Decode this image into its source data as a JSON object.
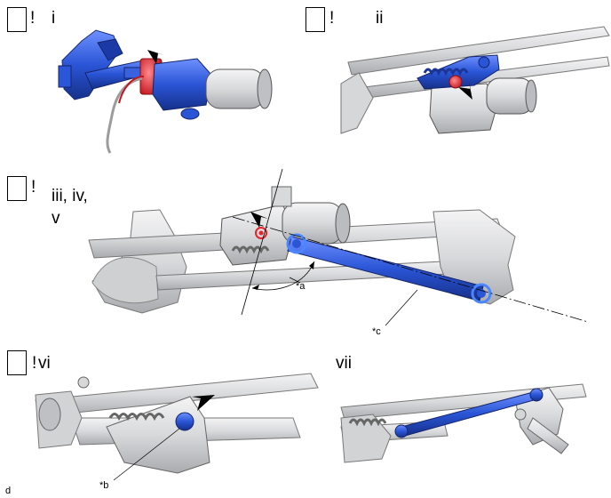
{
  "steps": [
    {
      "mark": "!",
      "label": "i"
    },
    {
      "mark": "!",
      "label": "ii"
    },
    {
      "mark": "!",
      "label_line1": "iii, iv,",
      "label_line2": "v"
    },
    {
      "mark": "!",
      "label": "vi"
    },
    {
      "label": "vii"
    }
  ],
  "callouts": {
    "a": "*a",
    "b": "*b",
    "c": "*c"
  },
  "footer_mark": "d",
  "colors": {
    "part_blue": "#2a55d6",
    "part_red": "#e8232a",
    "metal_light": "#e9e9ea",
    "metal_mid": "#c9cacc",
    "metal_dark": "#8e9094",
    "outline": "#3a3a3a"
  },
  "icons": [
    "arrow-icon"
  ]
}
